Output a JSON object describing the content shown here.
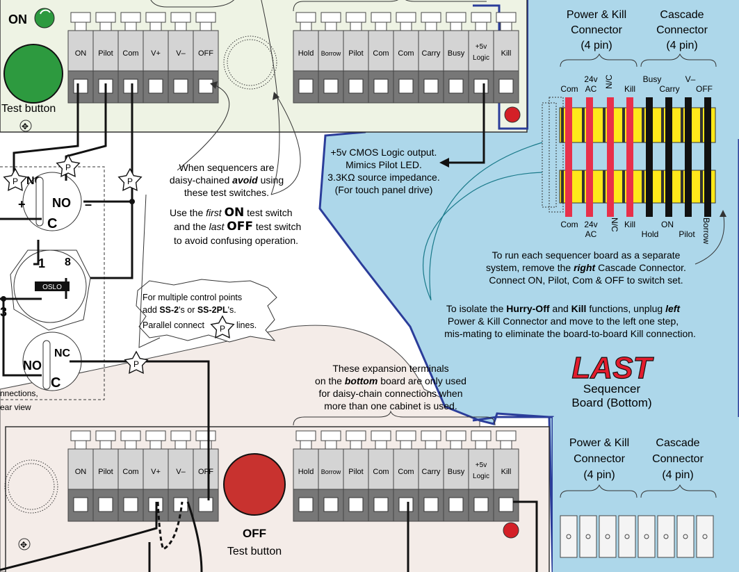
{
  "top_board": {
    "on_label": "ON",
    "test_button_label": "Test button",
    "left_terminals": [
      "ON",
      "Pilot",
      "Com",
      "V+",
      "V–",
      "OFF"
    ],
    "right_terminals": [
      "Hold",
      "Borrow",
      "Pilot",
      "Com",
      "Com",
      "Carry",
      "Busy",
      "+5v",
      "Logic",
      "Kill"
    ]
  },
  "bottom_board": {
    "off_label": "OFF",
    "test_button_label": "Test button",
    "left_terminals": [
      "ON",
      "Pilot",
      "Com",
      "V+",
      "V–",
      "OFF"
    ],
    "right_terminals": [
      "Hold",
      "Borrow",
      "Pilot",
      "Com",
      "Com",
      "Carry",
      "Busy",
      "+5v",
      "Logic",
      "Kill"
    ]
  },
  "blue_region": {
    "power_kill_title": [
      "Power & Kill",
      "Connector",
      "(4 pin)"
    ],
    "cascade_title": [
      "Cascade",
      "Connector",
      "(4 pin)"
    ],
    "top_pin_labels": {
      "com": "Com",
      "ac1": "24v",
      "ac2": "AC",
      "nc": "N/C",
      "kill": "Kill",
      "busy": "Busy",
      "vminus": "V–",
      "carry": "Carry",
      "off": "OFF"
    },
    "bottom_pin_labels": {
      "com": "Com",
      "ac1": "24v",
      "ac2": "AC",
      "nc": "N/C",
      "kill": "Kill",
      "on": "ON",
      "hold": "Hold",
      "pilot": "Pilot",
      "borrow": "Borrow"
    },
    "run_separate": [
      "To run each sequencer board as a separate",
      "system, remove the ",
      "right",
      " Cascade Connector.",
      "Connect ON, Pilot, Com & OFF to switch set."
    ],
    "isolate": [
      "To isolate the ",
      "Hurry-Off",
      " and ",
      "Kill",
      " functions, unplug ",
      "left",
      "Power & Kill Connector and move to the left one step,",
      "mis-mating to eliminate the board-to-board Kill connection."
    ],
    "last_title": "LAST",
    "last_sub1": "Sequencer",
    "last_sub2": "Board (Bottom)",
    "lower_power_kill_title": [
      "Power & Kill",
      "Connector",
      "(4 pin)"
    ],
    "lower_cascade_title": [
      "Cascade",
      "Connector",
      "(4 pin)"
    ]
  },
  "callouts": {
    "logic_output": [
      "+5v CMOS Logic output.",
      "Mimics Pilot LED.",
      "3.3KΩ source impedance.",
      "(For touch panel drive)"
    ],
    "avoid": [
      "When sequencers are",
      "daisy-chained ",
      "avoid",
      " using",
      "these test switches."
    ],
    "first_last": [
      "Use the ",
      "first",
      " ",
      "ON",
      " test switch",
      "and the ",
      "last",
      " ",
      "OFF",
      " test switch",
      "to avoid confusing operation."
    ],
    "multiple": [
      "For multiple control points",
      "add ",
      "SS-2",
      "'s or ",
      "SS-2PL",
      "'s.",
      "Parallel connect",
      "lines."
    ],
    "expansion": [
      "These expansion terminals",
      "on the ",
      "bottom",
      " board are only used",
      "for daisy-chain connections when",
      "more than one cabinet is used."
    ]
  },
  "switch_panel": {
    "p_label": "P",
    "nc": "NC",
    "no": "NO",
    "c": "C",
    "plus": "+",
    "minus": "–",
    "key_1": "1",
    "key_3": "3",
    "key_8": "8",
    "oslo": "OSLO",
    "connections_frag": "nnections,",
    "rear_view_frag": "ear view"
  },
  "colors": {
    "panel_green": "#eef3e4",
    "panel_pink": "#f4ece8",
    "blue_region": "#add7ea",
    "blue_border": "#2b3d9a",
    "terminal_gray": "#d4d4d4",
    "terminal_dark": "#777777",
    "led_red": "#d42027",
    "wire_red": "#e8304a",
    "connector_yellow": "#ffe81a",
    "off_button_red": "#c8322f",
    "test_button_green": "#2d9a3f"
  }
}
